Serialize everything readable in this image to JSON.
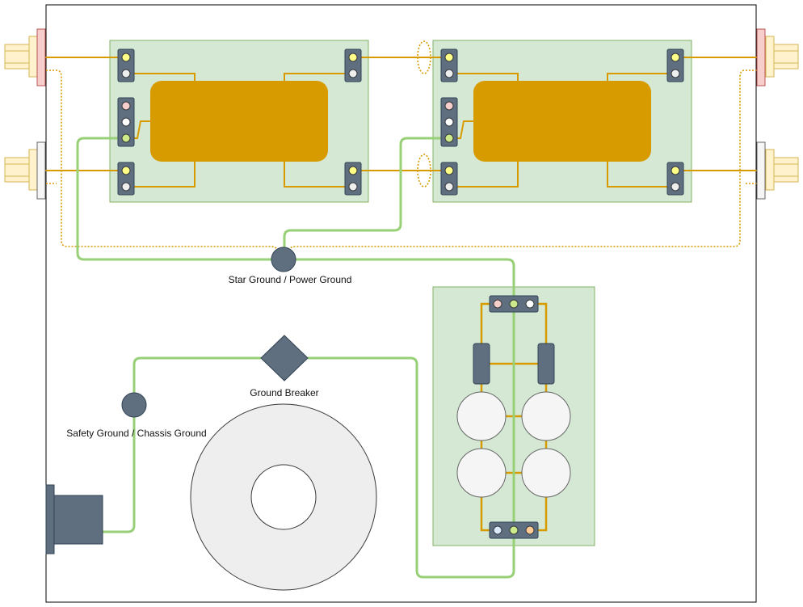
{
  "labels": {
    "star_ground": "Star Ground / Power Ground",
    "ground_breaker": "Ground Breaker",
    "safety_ground": "Safety Ground / Chassis Ground"
  },
  "colors": {
    "board": "#d5e8d4",
    "board_border": "#82b366",
    "transformer_core": "#d79b00",
    "signal_wire": "#d79b00",
    "ground_wire": "#97d077",
    "terminal_block": "#5f6f7f",
    "chassis_border": "#000000",
    "rca_body": "#fff2cc",
    "rca_red": "#f8cecc",
    "rca_white": "#f5f5f5",
    "toroid": "#eeeeee",
    "capacitor": "#f5f5f5"
  }
}
